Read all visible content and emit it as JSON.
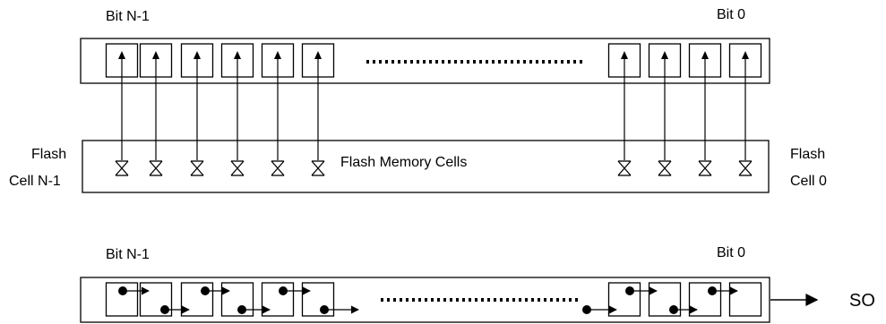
{
  "top_register": {
    "msb_label": "Bit N-1",
    "lsb_label": "Bit 0"
  },
  "flash_array": {
    "center_label": "Flash Memory Cells",
    "left_label_line1": "Flash",
    "left_label_line2": "Cell N-1",
    "right_label_line1": "Flash",
    "right_label_line2": "Cell 0"
  },
  "shift_register": {
    "msb_label": "Bit N-1",
    "lsb_label": "Bit 0",
    "output_label": "SO"
  },
  "colors": {
    "stroke": "#000000",
    "background": "#ffffff"
  },
  "icons": {
    "flash_cell": "hourglass-cell-icon",
    "latch_cell": "up-arrow-cell-icon",
    "shift_cell": "dot-arrow-cell-icon"
  }
}
